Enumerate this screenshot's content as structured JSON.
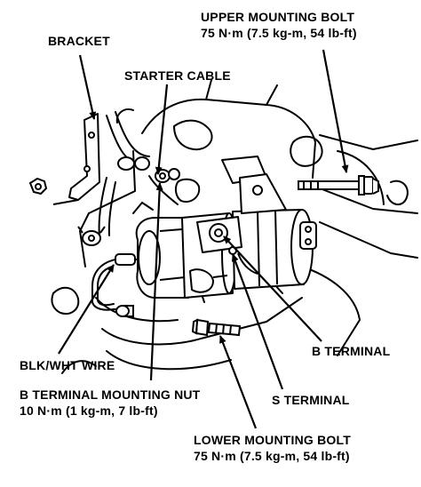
{
  "labels": {
    "upper_bolt": {
      "name": "UPPER MOUNTING BOLT",
      "torque": "75 N·m (7.5 kg-m, 54 lb-ft)"
    },
    "bracket": "BRACKET",
    "starter_cable": "STARTER CABLE",
    "b_terminal": "B TERMINAL",
    "blk_wht_wire": "BLK/WHT WIRE",
    "b_terminal_nut": {
      "name": "B TERMINAL MOUNTING NUT",
      "torque": "10 N·m (1 kg-m, 7 lb-ft)"
    },
    "s_terminal": "S TERMINAL",
    "lower_bolt": {
      "name": "LOWER MOUNTING BOLT",
      "torque": "75 N·m (7.5 kg-m, 54 lb-ft)"
    }
  }
}
